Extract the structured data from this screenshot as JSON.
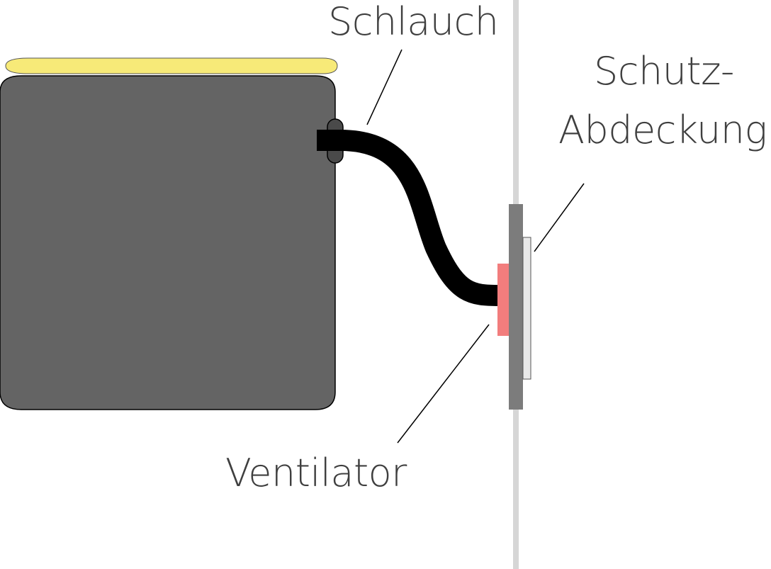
{
  "labels": {
    "hose": "Schlauch",
    "cover_line1": "Schutz-",
    "cover_line2": "Abdeckung",
    "fan": "Ventilator"
  },
  "colors": {
    "container_body": "#646464",
    "container_lid": "#f7ea78",
    "hose": "#000000",
    "wall": "#d6d6d6",
    "mount_plate": "#7c7c7c",
    "fan": "#f27d7d",
    "cover": "#e9e9e9",
    "leader_lines": "#000000",
    "text": "#3f3f3f"
  }
}
